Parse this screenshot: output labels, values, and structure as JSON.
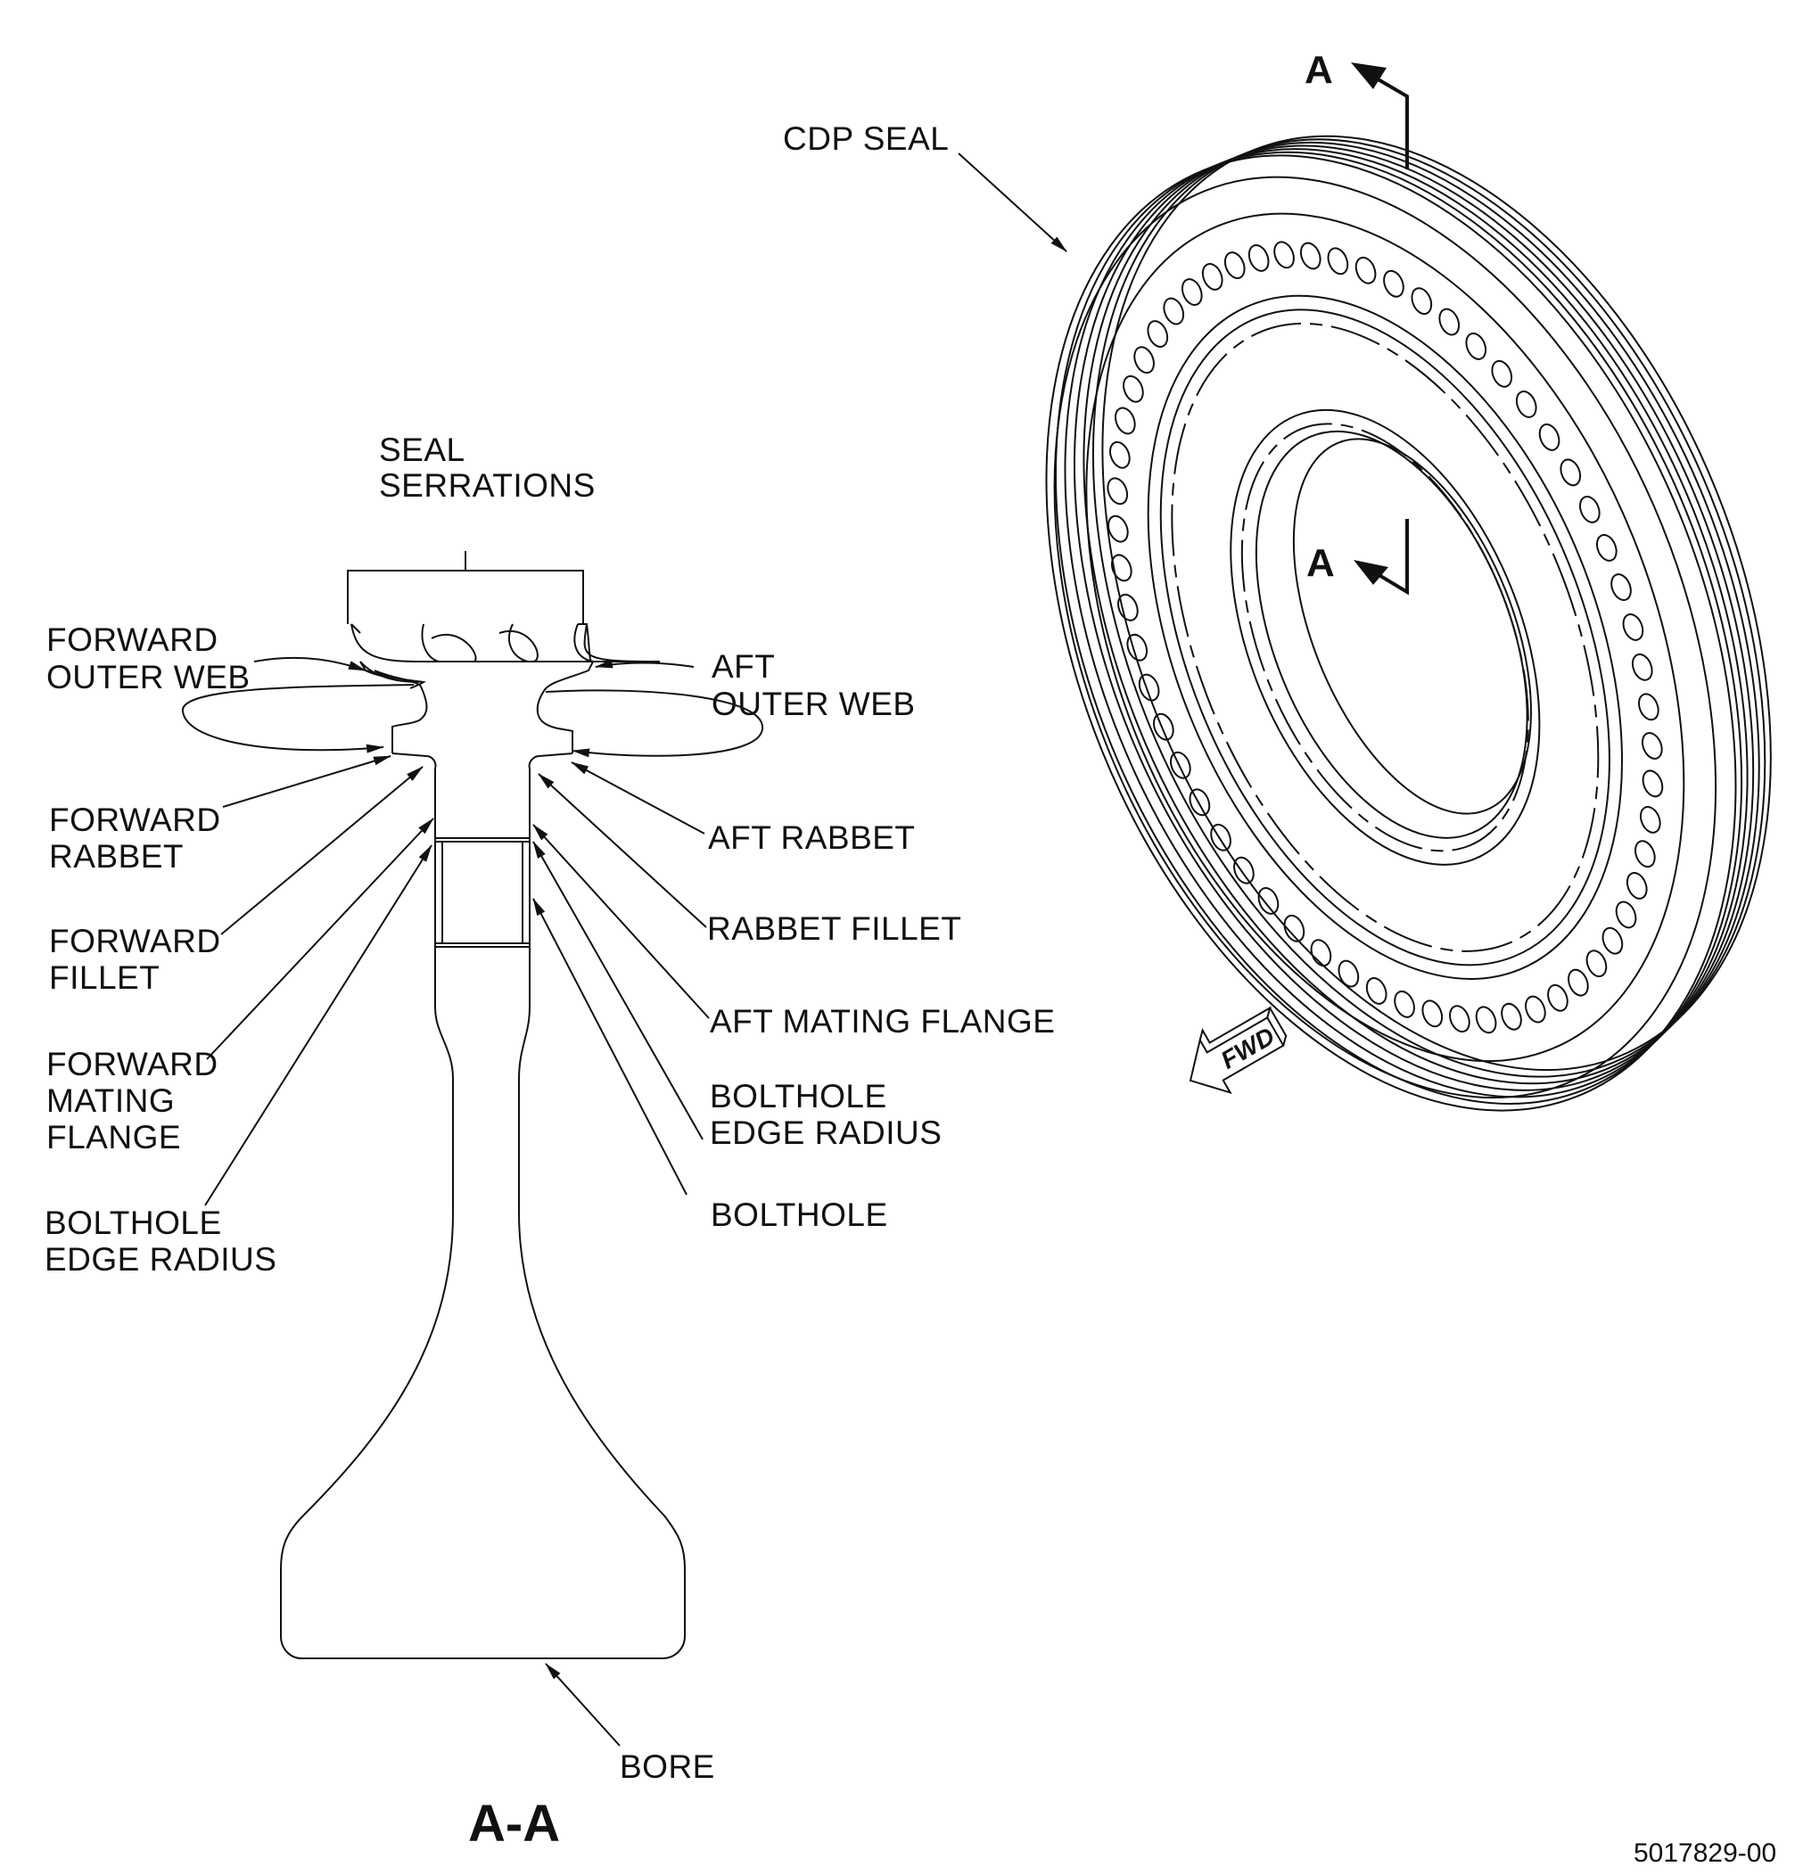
{
  "labels": {
    "cdp_seal": "CDP SEAL",
    "seal_serrations": [
      "SEAL",
      "SERRATIONS"
    ],
    "forward_outer_web": [
      "FORWARD",
      "OUTER WEB"
    ],
    "aft_outer_web": [
      "AFT",
      "OUTER WEB"
    ],
    "forward_rabbet": [
      "FORWARD",
      "RABBET"
    ],
    "aft_rabbet": "AFT RABBET",
    "forward_fillet": [
      "FORWARD",
      "FILLET"
    ],
    "rabbet_fillet": "RABBET FILLET",
    "forward_mating_flange": [
      "FORWARD",
      "MATING",
      "FLANGE"
    ],
    "aft_mating_flange": "AFT MATING FLANGE",
    "fwd_bolthole_edge_radius": [
      "BOLTHOLE",
      "EDGE RADIUS"
    ],
    "aft_bolthole_edge_radius": [
      "BOLTHOLE",
      "EDGE RADIUS"
    ],
    "bolthole": "BOLTHOLE",
    "bore": "BORE"
  },
  "section_markers": {
    "top": "A",
    "center": "A"
  },
  "section_title": "A-A",
  "direction_arrow": "FWD",
  "drawing_number": "5017829-00"
}
